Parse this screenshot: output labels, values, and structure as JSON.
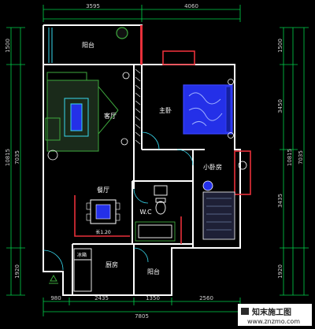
{
  "dimensions": {
    "top": [
      "3595",
      "4060"
    ],
    "bottom_row": [
      "980",
      "2435",
      "1350",
      "2560"
    ],
    "bottom_total": "7805",
    "left": [
      "1500",
      "10815",
      "7035",
      "1920"
    ],
    "right": [
      "1500",
      "3450",
      "10815",
      "7035",
      "3435",
      "1920"
    ]
  },
  "rooms": {
    "balcony_top": "阳台",
    "master_bedroom": "主卧",
    "living_room": "客厅",
    "small_bedroom": "小卧房",
    "dining_room": "餐厅",
    "dining_table_note": "长1.20",
    "wc": "W.C",
    "cabinet": "冰箱",
    "kitchen": "厨房",
    "balcony_bottom": "阳台"
  },
  "watermark": {
    "brand": "知末施工图",
    "url": "www.znzmo.com"
  },
  "colors": {
    "background": "#000000",
    "wall": "#ffffff",
    "dimension_line": "#00d24a",
    "furniture_green": "#3ea83e",
    "bed_blue": "#2430e8",
    "accent_red": "#e8303a",
    "door_cyan": "#38d8ee"
  }
}
